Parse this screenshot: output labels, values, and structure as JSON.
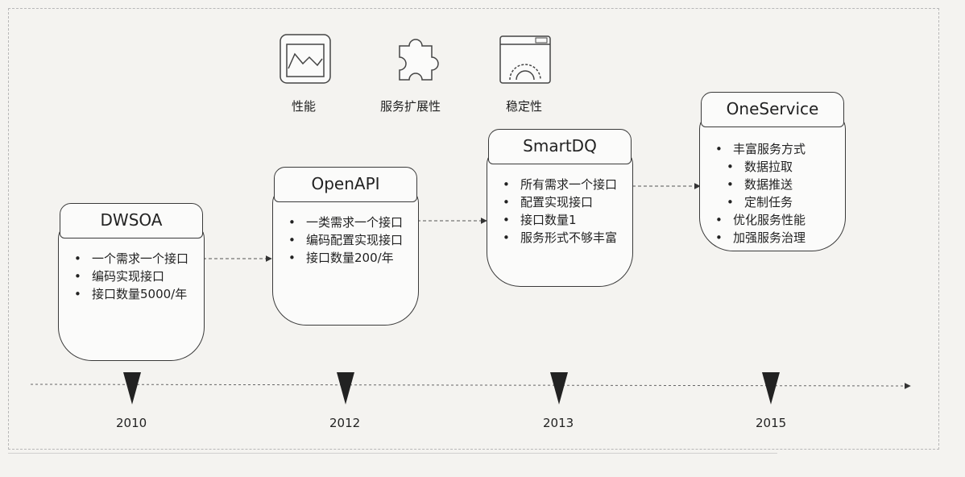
{
  "features": [
    {
      "label": "性能",
      "icon": "performance-chart-icon"
    },
    {
      "label": "服务扩展性",
      "icon": "puzzle-piece-icon"
    },
    {
      "label": "稳定性",
      "icon": "stability-gear-window-icon"
    }
  ],
  "stages": [
    {
      "title": "DWSOA",
      "year": "2010",
      "items": [
        {
          "text": "一个需求一个接口",
          "level": 0
        },
        {
          "text": "编码实现接口",
          "level": 0
        },
        {
          "text": "接口数量5000/年",
          "level": 0
        }
      ]
    },
    {
      "title": "OpenAPI",
      "year": "2012",
      "items": [
        {
          "text": "一类需求一个接口",
          "level": 0
        },
        {
          "text": "编码配置实现接口",
          "level": 0
        },
        {
          "text": "接口数量200/年",
          "level": 0
        }
      ]
    },
    {
      "title": "SmartDQ",
      "year": "2013",
      "items": [
        {
          "text": "所有需求一个接口",
          "level": 0
        },
        {
          "text": "配置实现接口",
          "level": 0
        },
        {
          "text": "接口数量1",
          "level": 0
        },
        {
          "text": "服务形式不够丰富",
          "level": 0
        }
      ]
    },
    {
      "title": "OneService",
      "year": "2015",
      "items": [
        {
          "text": "丰富服务方式",
          "level": 0
        },
        {
          "text": "数据拉取",
          "level": 1
        },
        {
          "text": "数据推送",
          "level": 1
        },
        {
          "text": "定制任务",
          "level": 1
        },
        {
          "text": "优化服务性能",
          "level": 0
        },
        {
          "text": "加强服务治理",
          "level": 0
        }
      ]
    }
  ]
}
